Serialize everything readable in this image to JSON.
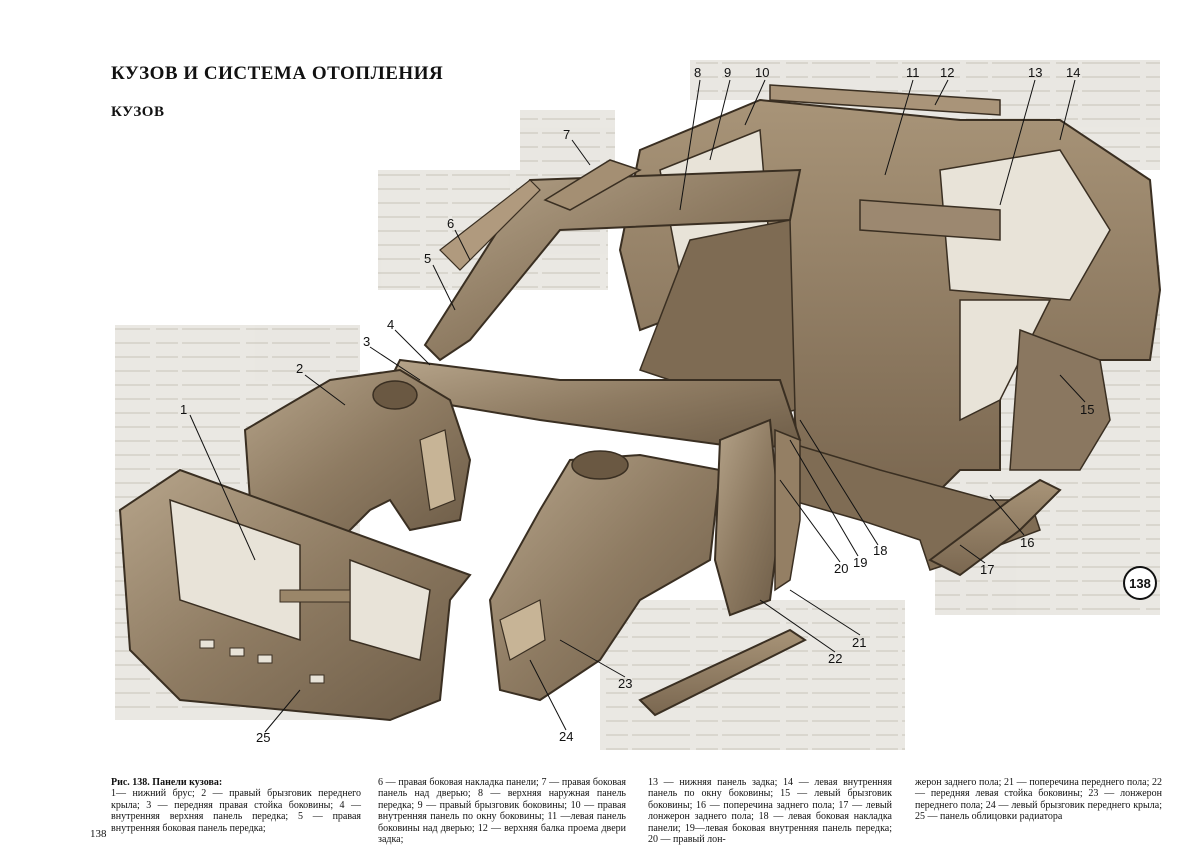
{
  "header": {
    "title": "КУЗОВ И СИСТЕМА ОТОПЛЕНИЯ",
    "subtitle": "КУЗОВ"
  },
  "figure": {
    "badge": "138",
    "callouts": [
      "1",
      "2",
      "3",
      "4",
      "5",
      "6",
      "7",
      "8",
      "9",
      "10",
      "11",
      "12",
      "13",
      "14",
      "15",
      "16",
      "17",
      "18",
      "19",
      "20",
      "21",
      "22",
      "23",
      "24",
      "25"
    ]
  },
  "caption": {
    "title": "Рис. 138. Панели кузова:",
    "col1": "1— нижний брус; 2 — правый брызговик переднего крыла; 3 — передняя правая стойка боковины; 4 — внутренняя верхняя панель передка; 5 — правая внутренняя боковая панель передка;",
    "col2": "6 — правая боковая накладка панели; 7 — правая боковая панель над дверью; 8 — верхняя наружная панель передка; 9 — правый брызговик боковины; 10 — правая внутренняя панель по окну боковины; 11 —левая панель боковины над дверью; 12 — верхняя балка проема двери задка;",
    "col3": "13 — нижняя панель задка; 14 — левая внутренняя панель по окну боковины; 15 — левый брызговик боковины; 16 — поперечина заднего пола; 17 — левый лонжерон заднего пола; 18 — левая боковая накладка панели; 19—левая боковая внутренняя панель передка; 20 — правый лон-",
    "col4": "жерон заднего пола; 21 — поперечина переднего пола; 22 — передняя левая стойка боковины; 23 — лонжерон переднего пола; 24 — левый брызговик переднего крыла; 25 — панель облицовки радиатора"
  },
  "page_number": "138"
}
